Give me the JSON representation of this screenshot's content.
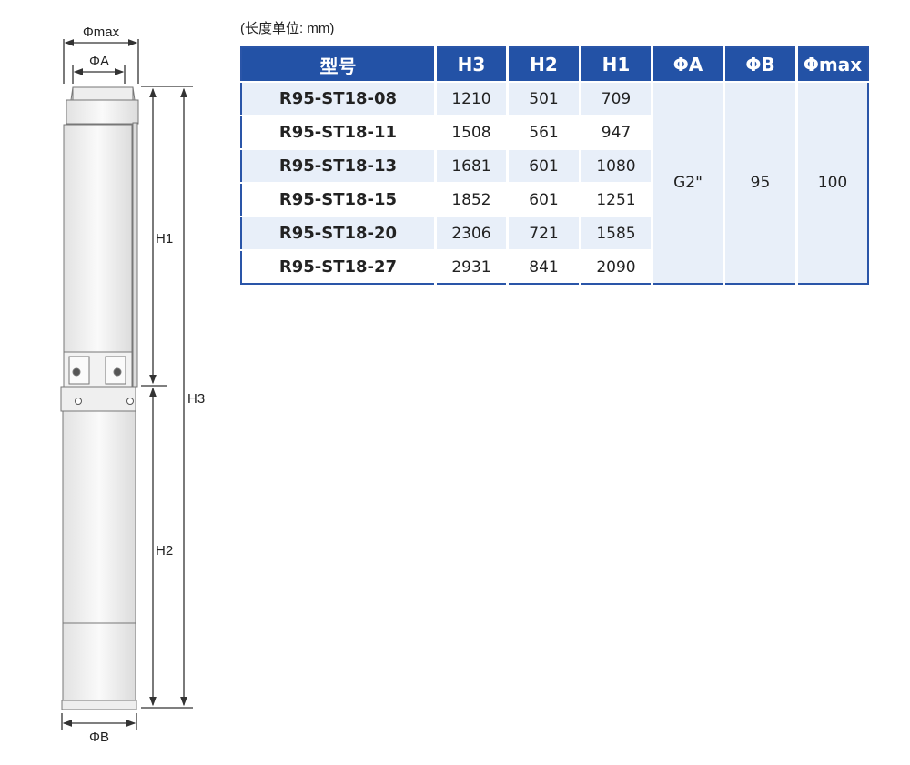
{
  "drawing": {
    "labels": {
      "phi_max": "Φmax",
      "phi_a": "ΦA",
      "phi_b": "ΦB",
      "h1": "H1",
      "h2": "H2",
      "h3": "H3"
    }
  },
  "table": {
    "unit_note": "(长度单位: mm)",
    "headers": [
      "型号",
      "H3",
      "H2",
      "H1",
      "ΦA",
      "ΦB",
      "Φmax"
    ],
    "rows": [
      {
        "model": "R95-ST18-08",
        "h3": "1210",
        "h2": "501",
        "h1": "709"
      },
      {
        "model": "R95-ST18-11",
        "h3": "1508",
        "h2": "561",
        "h1": "947"
      },
      {
        "model": "R95-ST18-13",
        "h3": "1681",
        "h2": "601",
        "h1": "1080"
      },
      {
        "model": "R95-ST18-15",
        "h3": "1852",
        "h2": "601",
        "h1": "1251"
      },
      {
        "model": "R95-ST18-20",
        "h3": "2306",
        "h2": "721",
        "h1": "1585"
      },
      {
        "model": "R95-ST18-27",
        "h3": "2931",
        "h2": "841",
        "h1": "2090"
      }
    ],
    "shared": {
      "phi_a": "G2\"",
      "phi_b": "95",
      "phi_max": "100"
    }
  },
  "colors": {
    "header_bg": "#2352a6",
    "stripe": "#e8eff9"
  }
}
